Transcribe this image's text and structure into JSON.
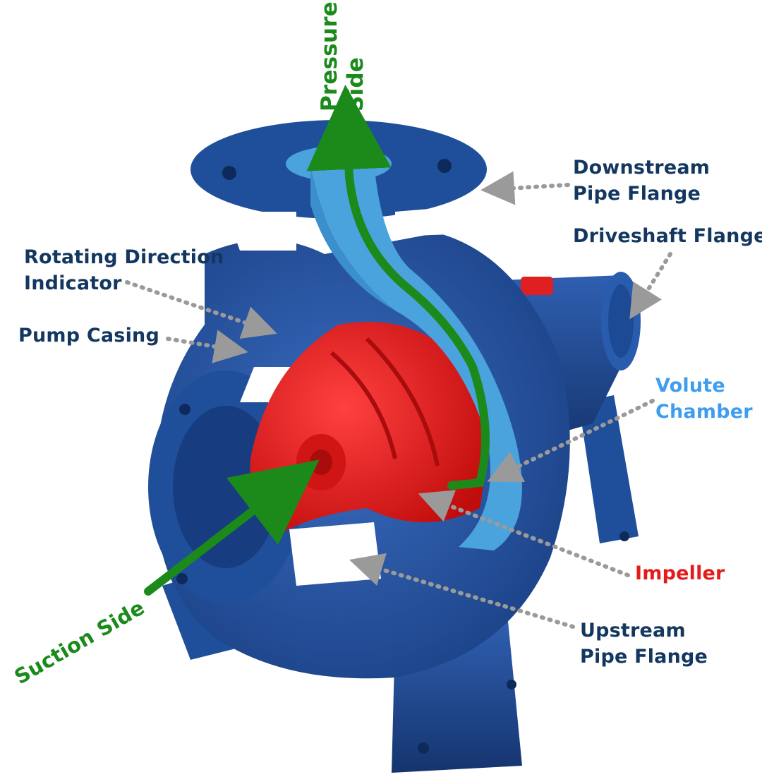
{
  "labels": {
    "pressure_side": [
      "Pressure",
      "Side"
    ],
    "downstream_flange": [
      "Downstream",
      "Pipe Flange"
    ],
    "driveshaft_flange": "Driveshaft Flange",
    "rotating_direction": [
      "Rotating Direction",
      "Indicator"
    ],
    "pump_casing": "Pump Casing",
    "volute_chamber": [
      "Volute",
      "Chamber"
    ],
    "impeller": "Impeller",
    "upstream_flange": [
      "Upstream",
      "Pipe Flange"
    ],
    "suction_side": "Suction Side"
  },
  "colors": {
    "navy_label": "#13375f",
    "flow_arrow": "#1b8a1b",
    "impeller": "#e31b1b",
    "volute_label": "#3f9df0",
    "casing_dark_blue": "#1f4f9a",
    "volute_light_blue": "#4aa3dd",
    "cut_face_white": "#ffffff",
    "leader_dots": "#9a9a9a"
  },
  "image_parts": [
    "pump-casing",
    "volute-chamber",
    "impeller",
    "motor-housing",
    "mounting-feet",
    "suction-flange",
    "discharge-flange",
    "oil-plug"
  ]
}
